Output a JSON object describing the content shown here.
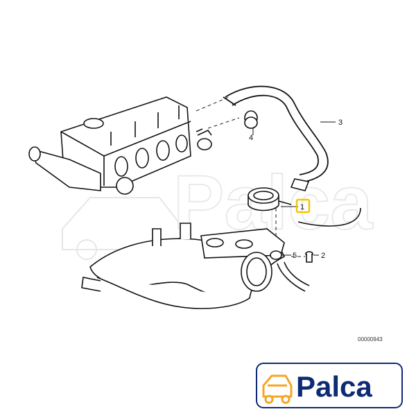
{
  "diagram": {
    "callouts": [
      {
        "id": "c1",
        "label": "1",
        "highlighted": true
      },
      {
        "id": "c2",
        "label": "2"
      },
      {
        "id": "c3",
        "label": "3"
      },
      {
        "id": "c4",
        "label": "4"
      },
      {
        "id": "c5",
        "label": "5"
      }
    ],
    "drawing_code": "00000943"
  },
  "brand": {
    "logo_text": "Palca",
    "logo_color": "#0e2a74",
    "car_icon_color": "#f5a623",
    "highlight_color": "#f5c400"
  },
  "icons": [
    "car-icon"
  ]
}
